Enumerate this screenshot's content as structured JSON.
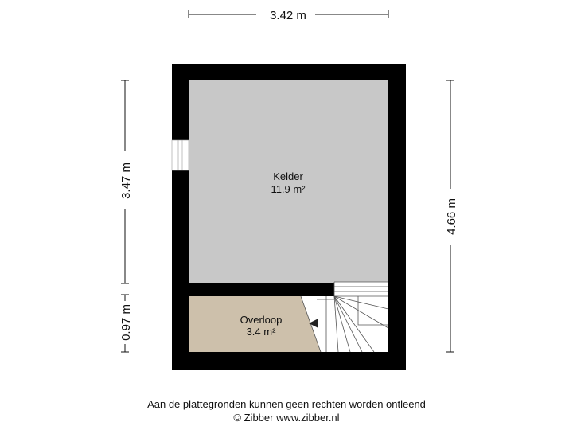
{
  "dimensions": {
    "top_width": "3.42 m",
    "left_upper": "3.47 m",
    "left_lower": "0.97 m",
    "right_height": "4.66 m"
  },
  "rooms": [
    {
      "name": "Kelder",
      "area": "11.9 m²",
      "color": "#c8c8c8"
    },
    {
      "name": "Overloop",
      "area": "3.4 m²",
      "color": "#cdc0ab"
    }
  ],
  "colors": {
    "walls": "#000000",
    "stairs_fill": "#ffffff",
    "stairs_stroke": "#555555"
  },
  "footer": {
    "disclaimer": "Aan de plattegronden kunnen geen rechten worden ontleend",
    "credit": "© Zibber www.zibber.nl"
  }
}
